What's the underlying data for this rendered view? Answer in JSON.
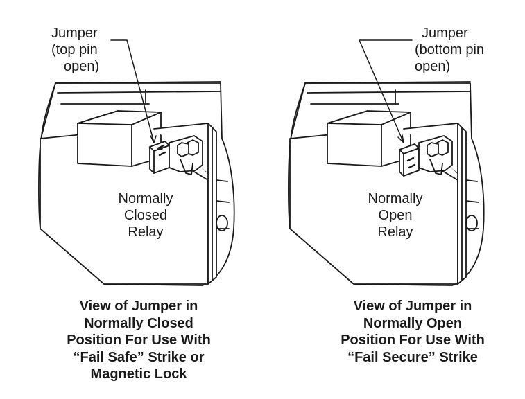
{
  "left_panel": {
    "jumper_label": [
      "Jumper",
      "(top pin",
      "open)"
    ],
    "relay_label": [
      "Normally",
      "Closed",
      "Relay"
    ],
    "caption": [
      "View of Jumper in",
      "Normally Closed",
      "Position For Use With",
      "“Fail Safe” Strike or",
      "Magnetic Lock"
    ]
  },
  "right_panel": {
    "jumper_label": [
      "Jumper",
      "(bottom pin",
      "open)"
    ],
    "relay_label": [
      "Normally",
      "Open",
      "Relay"
    ],
    "caption": [
      "View of Jumper in",
      "Normally Open",
      "Position For Use With",
      "“Fail Secure” Strike"
    ]
  }
}
